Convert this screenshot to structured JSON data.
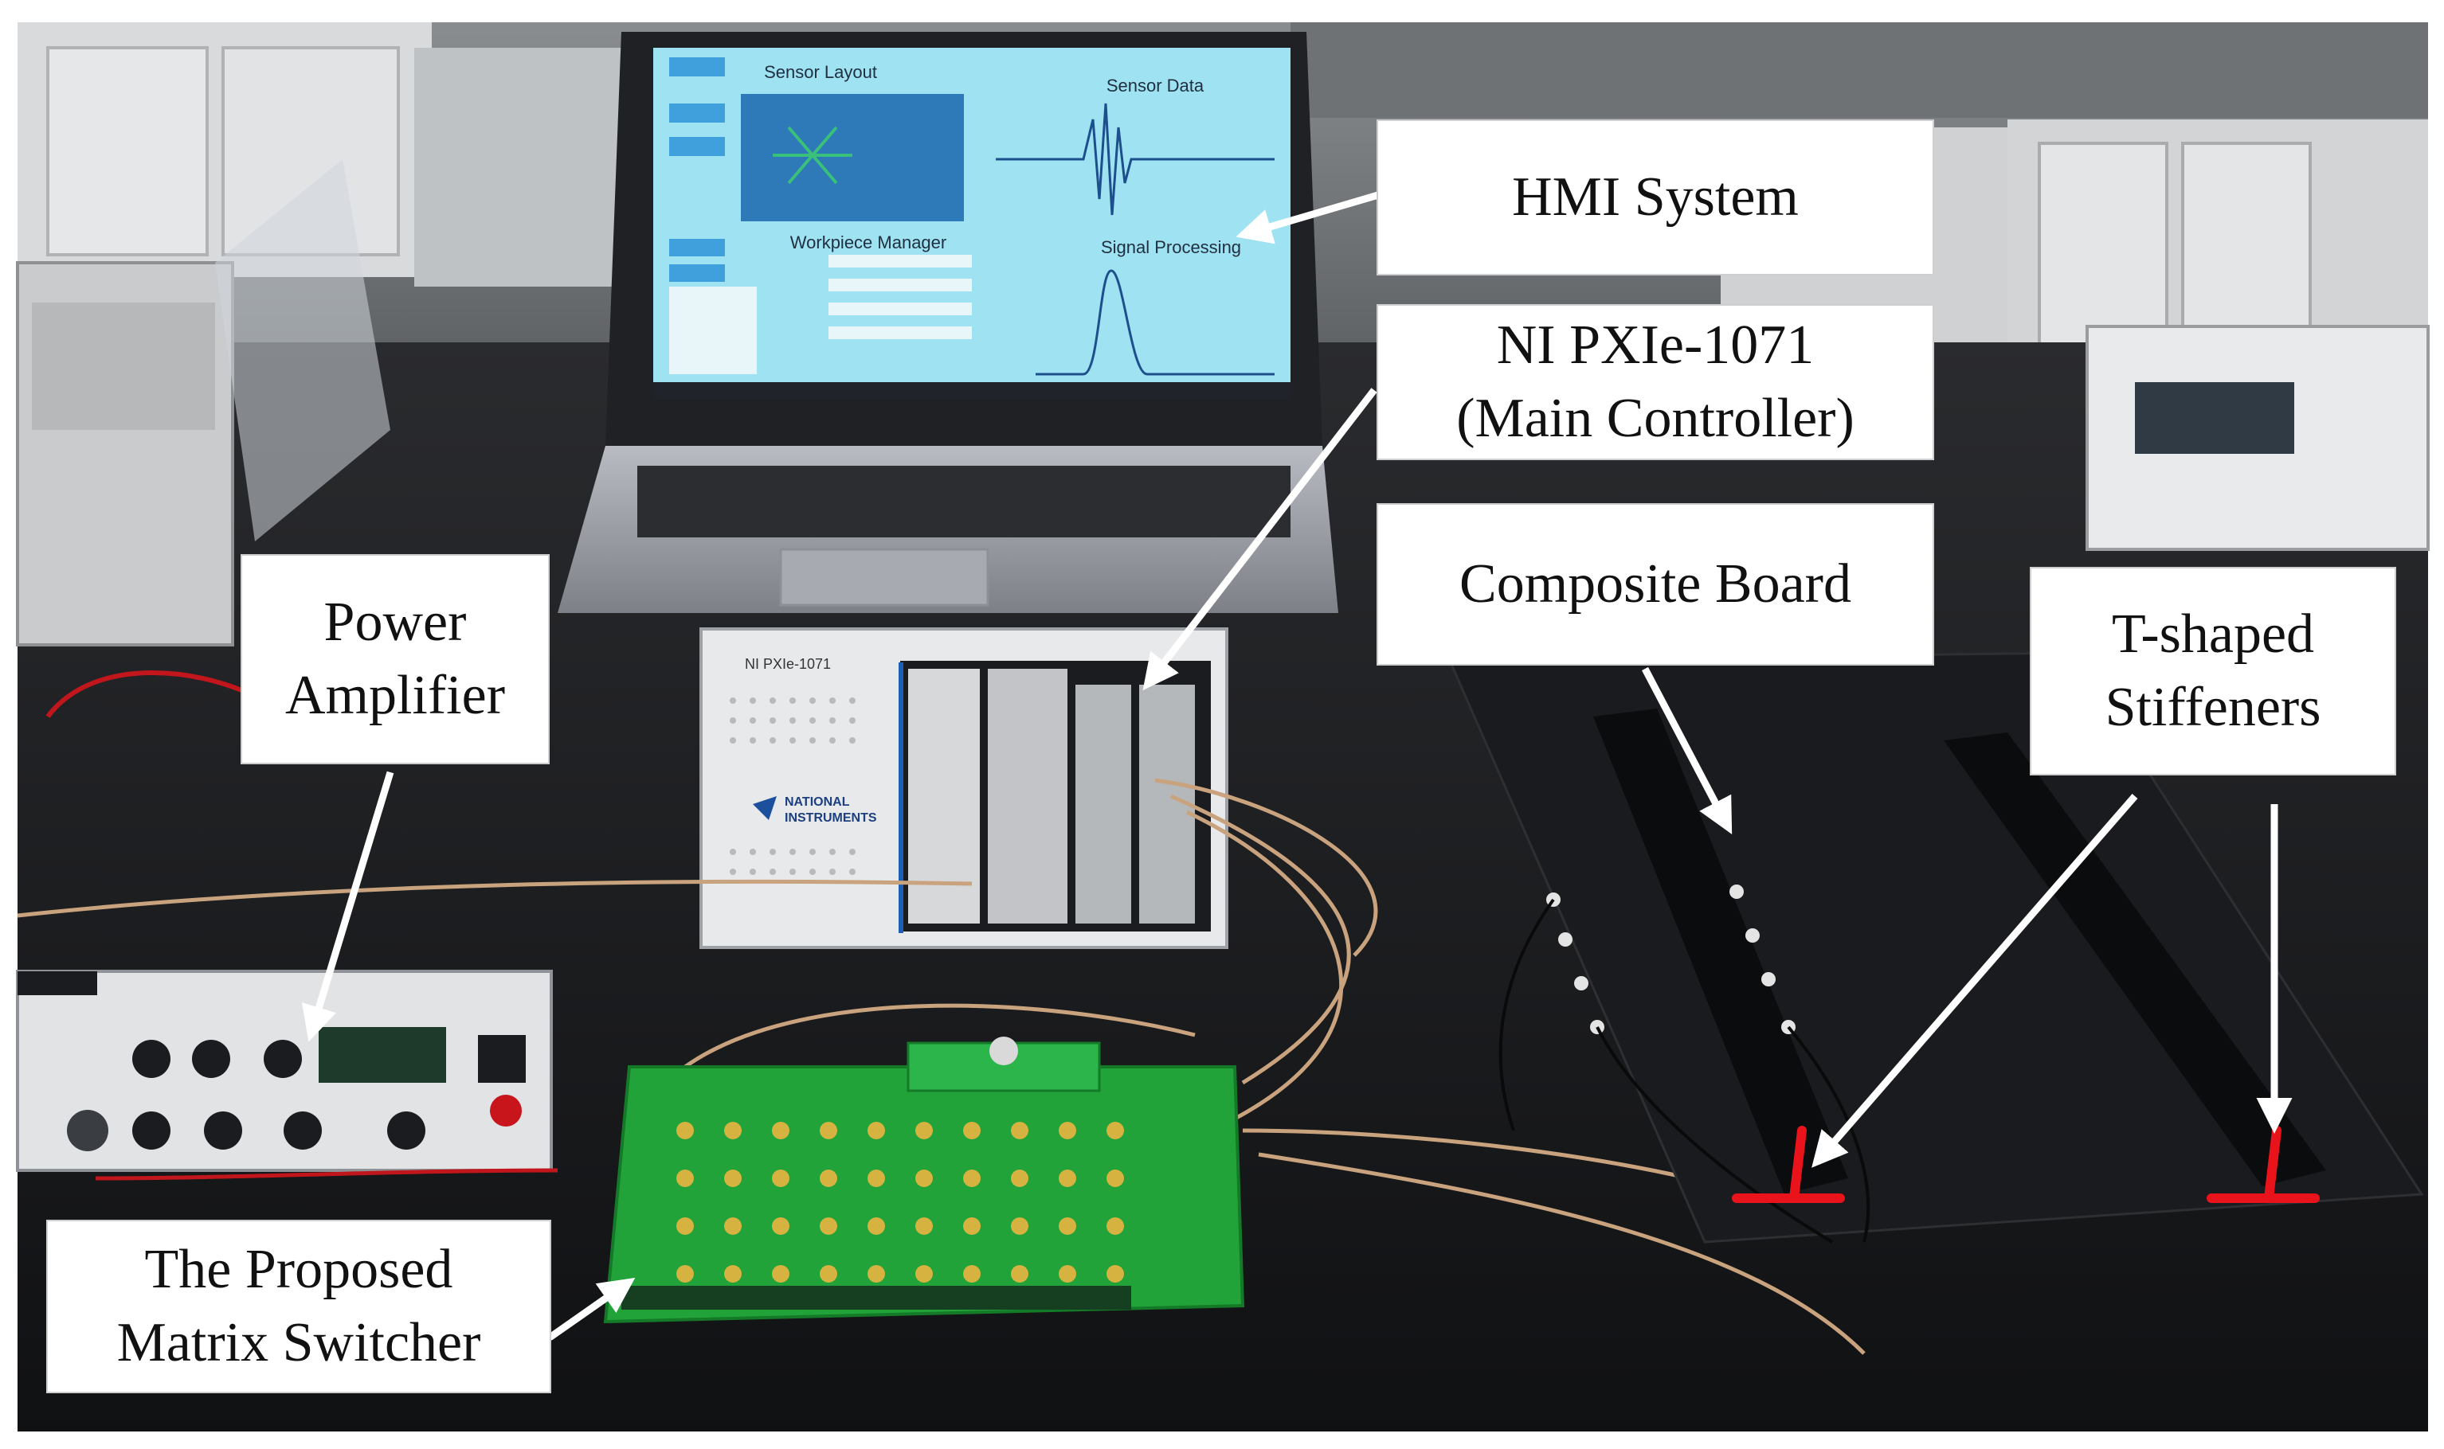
{
  "callouts": {
    "hmi": {
      "lines": [
        "HMI System"
      ]
    },
    "controller": {
      "lines": [
        "NI PXIe-1071",
        "(Main Controller)"
      ]
    },
    "composite": {
      "lines": [
        "Composite Board"
      ]
    },
    "stiffeners": {
      "lines": [
        "T-shaped",
        "Stiffeners"
      ]
    },
    "amplifier": {
      "lines": [
        "Power",
        "Amplifier"
      ]
    },
    "switcher": {
      "lines": [
        "The Proposed",
        "Matrix Switcher"
      ]
    }
  },
  "screen": {
    "panel_sensor_layout": "Sensor Layout",
    "panel_sensor_data": "Sensor Data",
    "panel_workpiece": "Workpiece Manager",
    "panel_signal": "Signal Processing"
  },
  "chassis": {
    "model": "NI PXIe-1071",
    "brand_line1": "NATIONAL",
    "brand_line2": "INSTRUMENTS"
  },
  "colors": {
    "stiffener_marker": "#e8131b",
    "arrow": "#ffffff",
    "pcb": "#22a33a",
    "screen": "#9fe3f2"
  }
}
